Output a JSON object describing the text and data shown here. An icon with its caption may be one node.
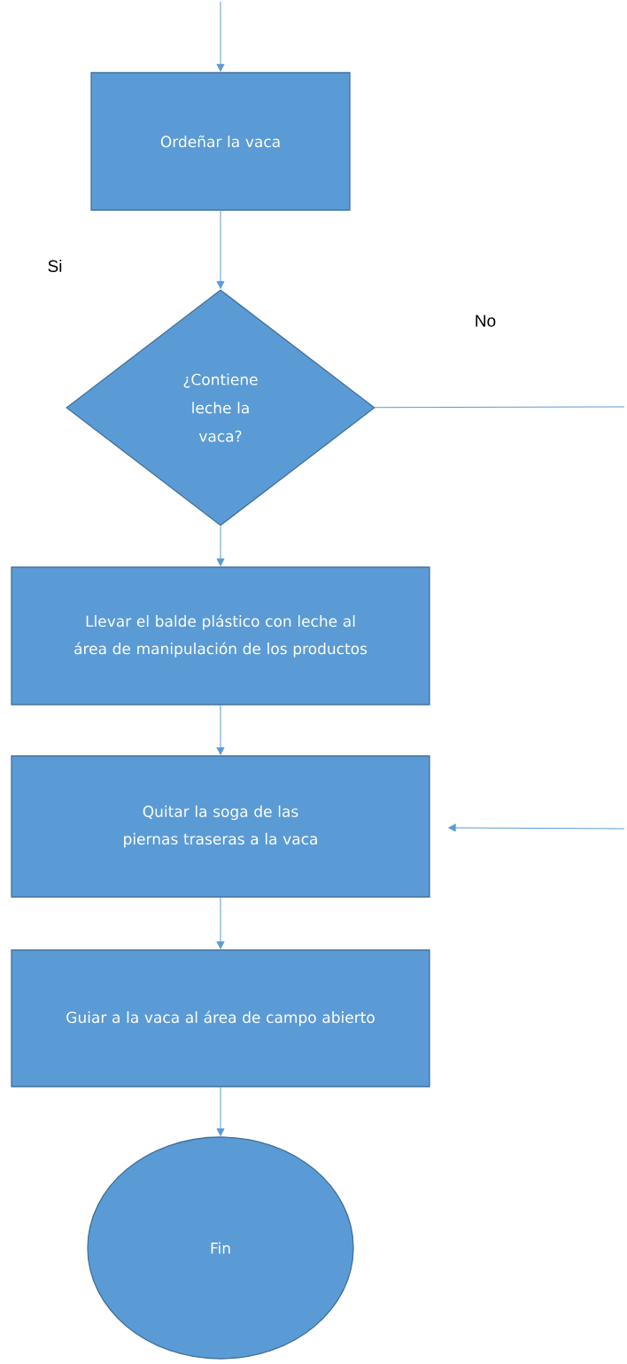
{
  "diagram": {
    "nodes": [
      {
        "text": [
          "Ordeñar la vaca"
        ]
      },
      {
        "text": [
          "¿Contiene leche la vaca?"
        ]
      },
      {
        "text": [
          "Llevar el balde plástico con leche al área de manipulación de los productos"
        ]
      },
      {
        "text": [
          "Quitar la soga de las piernas traseras a la vaca"
        ]
      },
      {
        "text": [
          "Guiar a la vaca al área de campo abierto"
        ]
      },
      {
        "text": [
          "Fin"
        ]
      }
    ],
    "edges": [
      {
        "from": null,
        "to": 0,
        "arrow": "to"
      },
      {
        "from": 0,
        "to": 1,
        "arrow": "to"
      },
      {
        "from": 1,
        "to": 2,
        "arrow": "to"
      },
      {
        "from": 2,
        "to": 3,
        "arrow": "to"
      },
      {
        "from": 3,
        "to": 4,
        "arrow": "to"
      },
      {
        "from": 4,
        "to": 5,
        "arrow": "to"
      },
      {
        "from": 1,
        "to": null,
        "arrow": "none"
      },
      {
        "from": null,
        "to": 3,
        "arrow": "to"
      }
    ],
    "labels": [
      "Si",
      "No"
    ]
  }
}
